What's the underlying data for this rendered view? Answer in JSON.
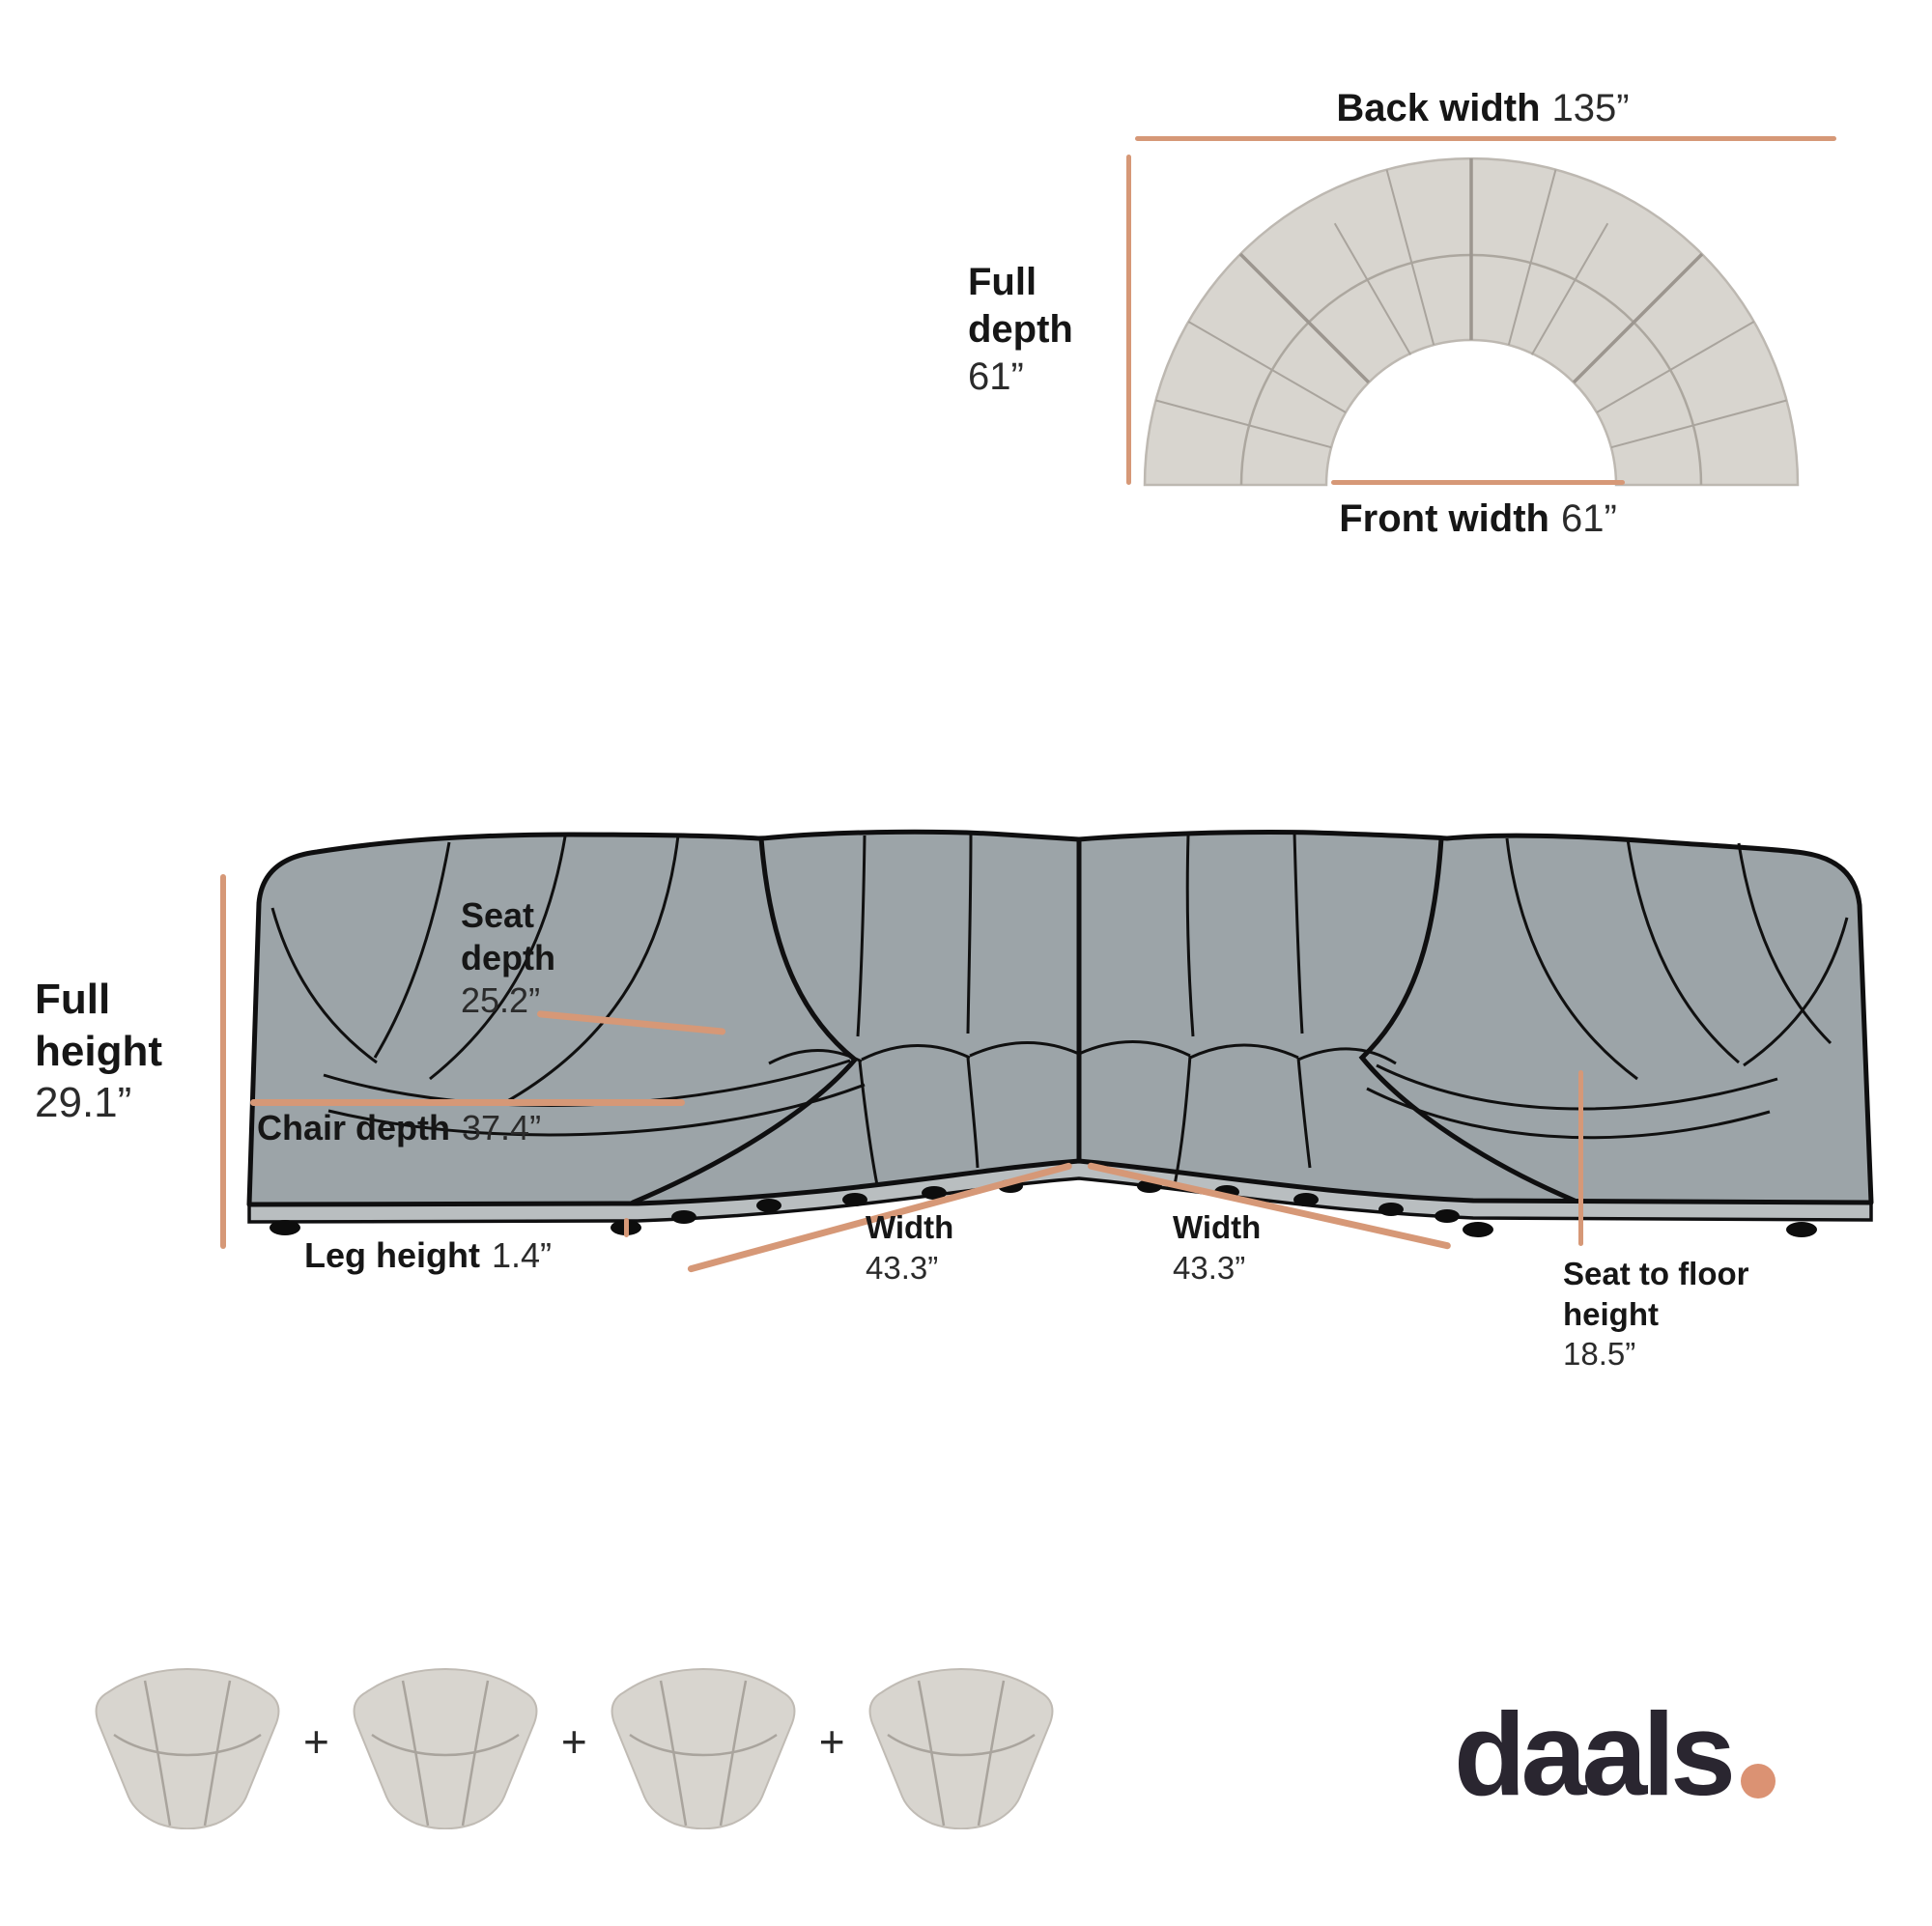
{
  "colors": {
    "accent": "#D69877",
    "sofa_fill": "#9CA4A8",
    "sofa_outline": "#0F0F10",
    "plinth_fill": "#B9BEC0",
    "boucle_fill": "#D8D5CF",
    "boucle_seam": "#A9A49D",
    "logo_ink": "#2A2630",
    "logo_dot": "#DB9273"
  },
  "top_view": {
    "back_width_label": "Back width",
    "back_width_value": "135”",
    "full_depth_label": "Full depth",
    "full_depth_value": "61”",
    "front_width_label": "Front width",
    "front_width_value": "61”"
  },
  "front_view": {
    "full_height_label": "Full height",
    "full_height_value": "29.1”",
    "seat_depth_label": "Seat depth",
    "seat_depth_value": "25.2”",
    "chair_depth_label": "Chair depth",
    "chair_depth_value": "37.4”",
    "leg_height_label": "Leg height",
    "leg_height_value": "1.4”",
    "width_left_label": "Width",
    "width_left_value": "43.3”",
    "width_right_label": "Width",
    "width_right_value": "43.3”",
    "seat_to_floor_label": "Seat to floor height",
    "seat_to_floor_value": "18.5”"
  },
  "modules": {
    "count": 4,
    "separator": "+"
  },
  "brand": {
    "logo_text": "daals",
    "logo_dot": "."
  }
}
